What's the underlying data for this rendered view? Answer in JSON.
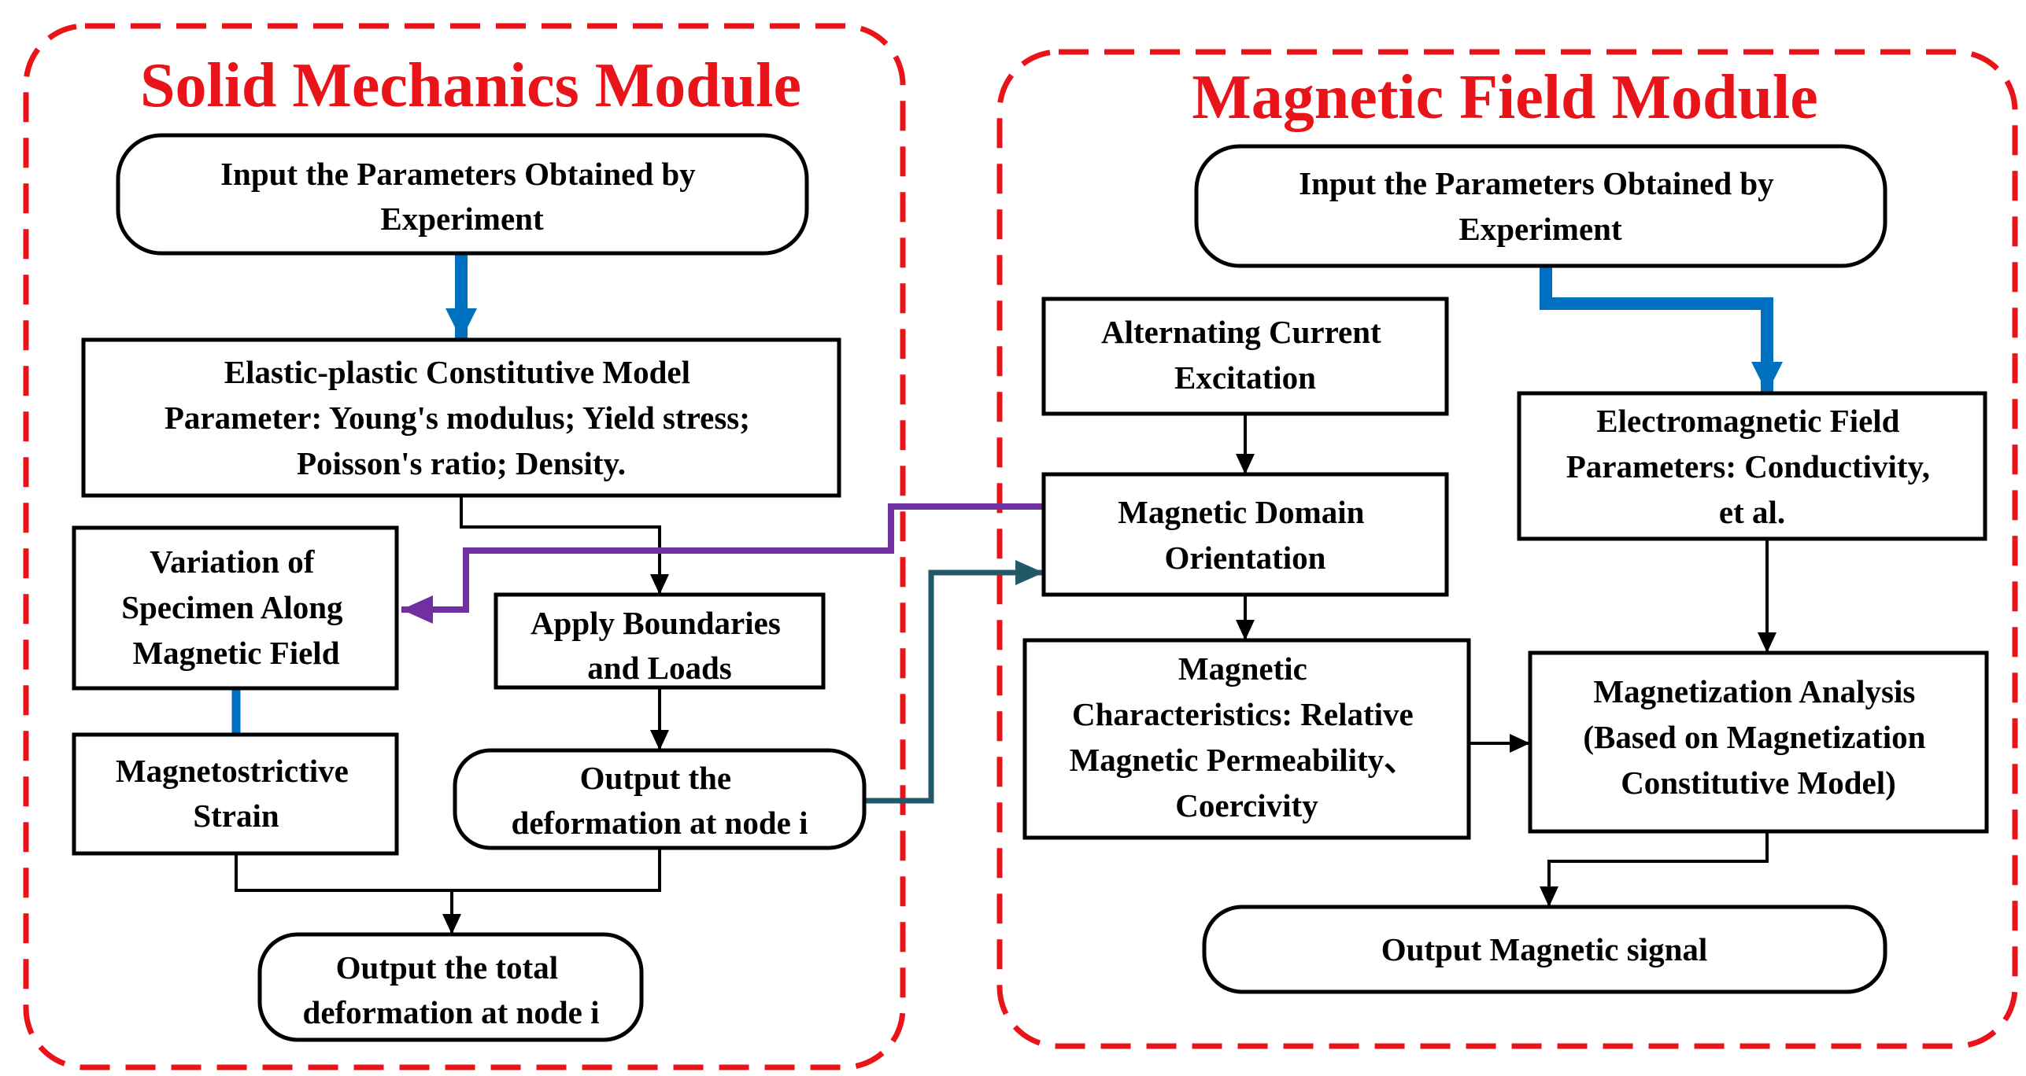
{
  "modules": {
    "solid": {
      "title": "Solid Mechanics Module"
    },
    "magnetic": {
      "title": "Magnetic Field Module"
    }
  },
  "nodes": {
    "sm_input": [
      "Input the Parameters Obtained by",
      "Experiment"
    ],
    "sm_model": [
      "Elastic-plastic Constitutive Model",
      "Parameter: Young's modulus; Yield stress;",
      "Poisson's ratio; Density."
    ],
    "sm_variation": [
      "Variation of",
      "Specimen Along",
      "Magnetic Field"
    ],
    "sm_boundaries": [
      "Apply Boundaries",
      "and Loads"
    ],
    "sm_strain": [
      "Magnetostrictive",
      "Strain"
    ],
    "sm_deform": [
      "Output the",
      "deformation at node i"
    ],
    "sm_total": [
      "Output the total",
      "deformation at node i"
    ],
    "mf_input": [
      "Input the Parameters Obtained by",
      "Experiment"
    ],
    "mf_ac": [
      "Alternating Current",
      "Excitation"
    ],
    "mf_em": [
      "Electromagnetic Field",
      "Parameters: Conductivity,",
      "et al."
    ],
    "mf_domain": [
      "Magnetic Domain",
      "Orientation"
    ],
    "mf_chars": [
      "Magnetic",
      "Characteristics: Relative",
      "Magnetic Permeability、",
      "Coercivity"
    ],
    "mf_analysis": [
      "Magnetization Analysis",
      "(Based on Magnetization",
      "Constitutive Model)"
    ],
    "mf_output": [
      "Output Magnetic signal"
    ]
  },
  "edge_colors": {
    "blue": "#0070c0",
    "purple": "#7030a0",
    "teal": "#215968",
    "black": "#000000",
    "module_border": "#e8141a",
    "title": "#e8141a"
  }
}
